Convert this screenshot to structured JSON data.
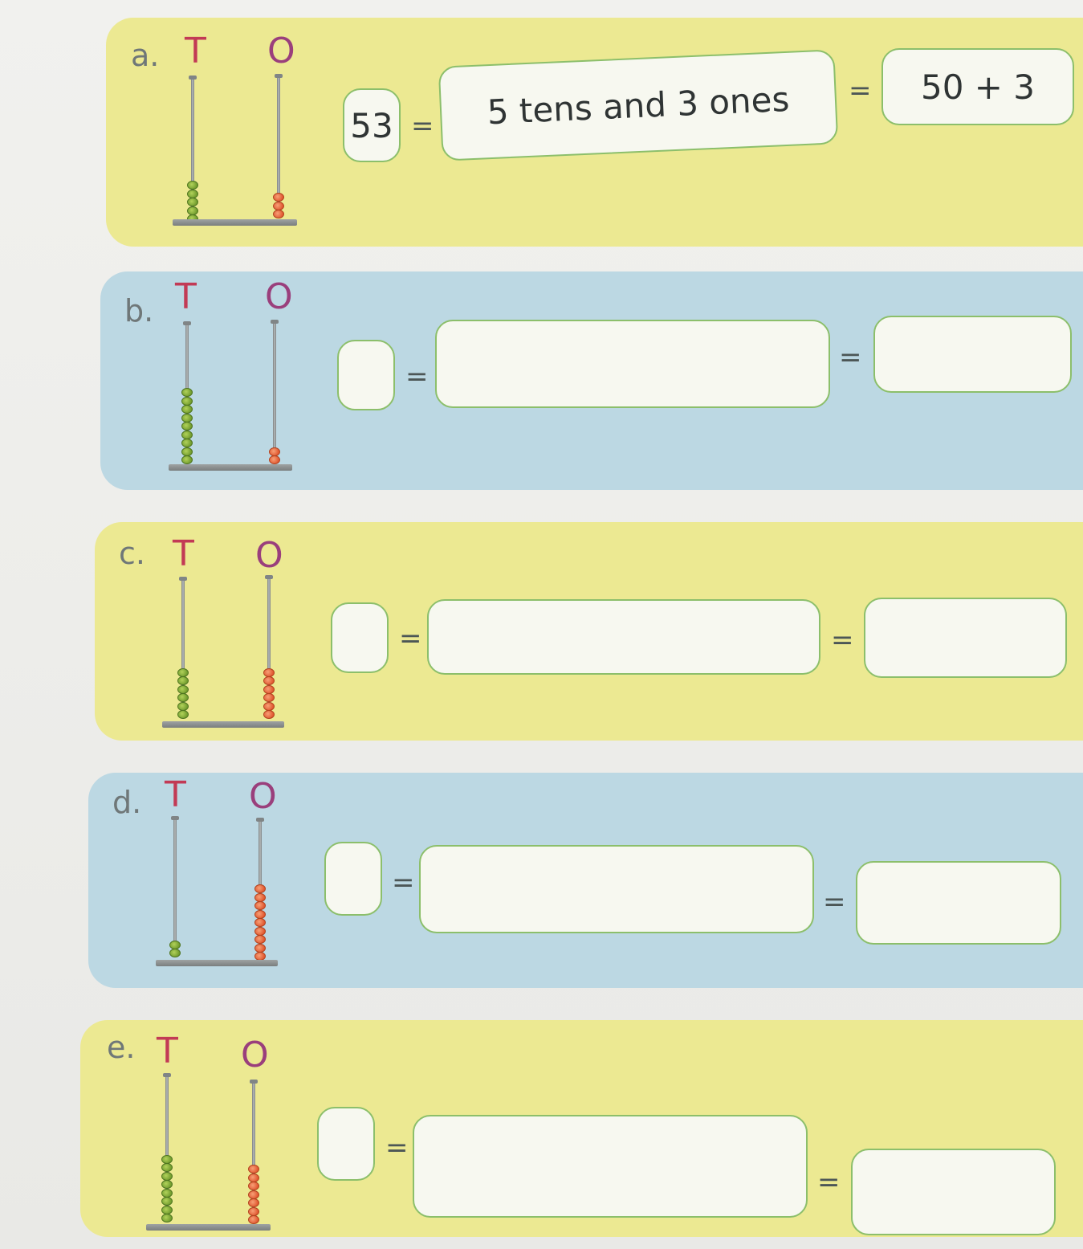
{
  "place_value_columns": {
    "tens": "T",
    "ones": "O"
  },
  "equals_sign": "=",
  "problems": [
    {
      "label": "a.",
      "tens_beads": 5,
      "ones_beads": 3,
      "number": "53",
      "words": "5 tens and 3 ones",
      "expanded": "50 + 3"
    },
    {
      "label": "b.",
      "tens_beads": 9,
      "ones_beads": 2,
      "number": "",
      "words": "",
      "expanded": ""
    },
    {
      "label": "c.",
      "tens_beads": 6,
      "ones_beads": 6,
      "number": "",
      "words": "",
      "expanded": ""
    },
    {
      "label": "d.",
      "tens_beads": 2,
      "ones_beads": 9,
      "number": "",
      "words": "",
      "expanded": ""
    },
    {
      "label": "e.",
      "tens_beads": 8,
      "ones_beads": 7,
      "number": "",
      "words": "",
      "expanded": ""
    }
  ],
  "colors": {
    "band_yellow": "#ece992",
    "band_blue": "#bcd8e3",
    "box_border": "#8cbf6b",
    "tens_bead": "#7fa83a",
    "ones_bead": "#e8663a"
  }
}
